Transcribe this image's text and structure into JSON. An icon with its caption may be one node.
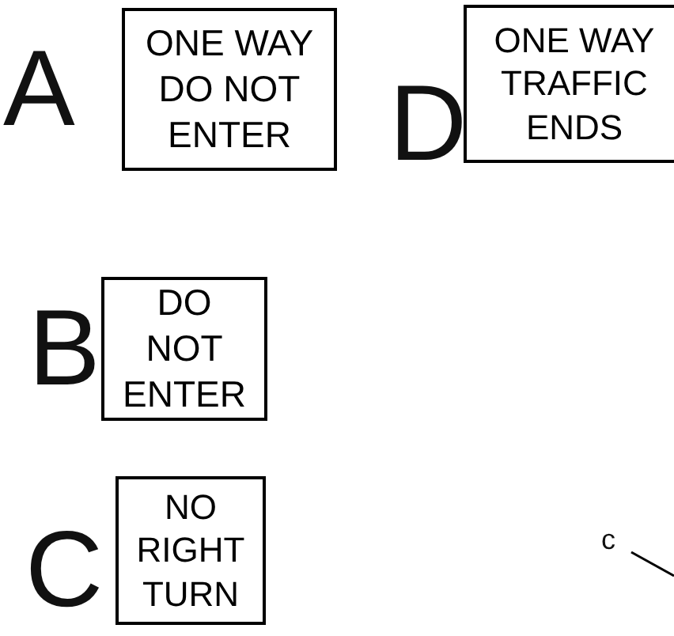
{
  "diagram": {
    "nodes": [
      {
        "text": [
          "ONE WAY DO NOT ENTER"
        ]
      },
      {
        "text": [
          "ONE WAY TRAFFIC ENDS"
        ]
      },
      {
        "text": [
          "DO NOT ENTER"
        ]
      },
      {
        "text": [
          "NO RIGHT TURN"
        ]
      }
    ],
    "labels": [
      "A",
      "D",
      "B",
      "C",
      "c"
    ]
  }
}
